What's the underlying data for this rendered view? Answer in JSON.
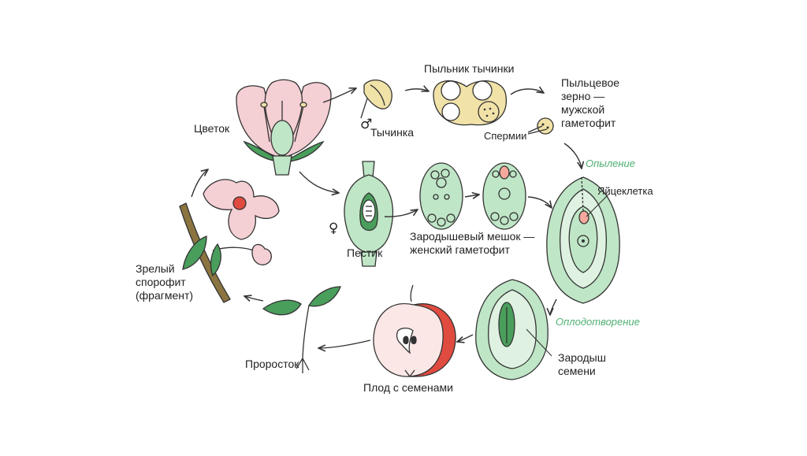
{
  "labels": {
    "flower": "Цветок",
    "stamen": "Тычинка",
    "anther": "Пыльник тычинки",
    "pollen_grain": "Пыльцевое\nзерно —\nмужской\nгаметофит",
    "sperm": "Спермии",
    "pollination": "Опыление",
    "egg_cell": "Яйцеклетка",
    "pistil": "Пестик",
    "embryo_sac": "Зародышевый мешок —\nженский гаметофит",
    "fertilization": "Оплодотворение",
    "seed_embryo": "Зародыш\nсемени",
    "fruit": "Плод с семенами",
    "seedling": "Проросток",
    "mature_sporophyte": "Зрелый\nспорофит\n(фрагмент)"
  },
  "symbols": {
    "male": "♂",
    "female": "♀"
  },
  "colors": {
    "green_fill": "#bfe6c6",
    "green_dark": "#4a9e5c",
    "pink": "#f4cfd3",
    "yellow": "#f1e2a8",
    "red": "#e04b3f",
    "stem_brown": "#8b7440",
    "annotation_green": "#4fb072"
  }
}
